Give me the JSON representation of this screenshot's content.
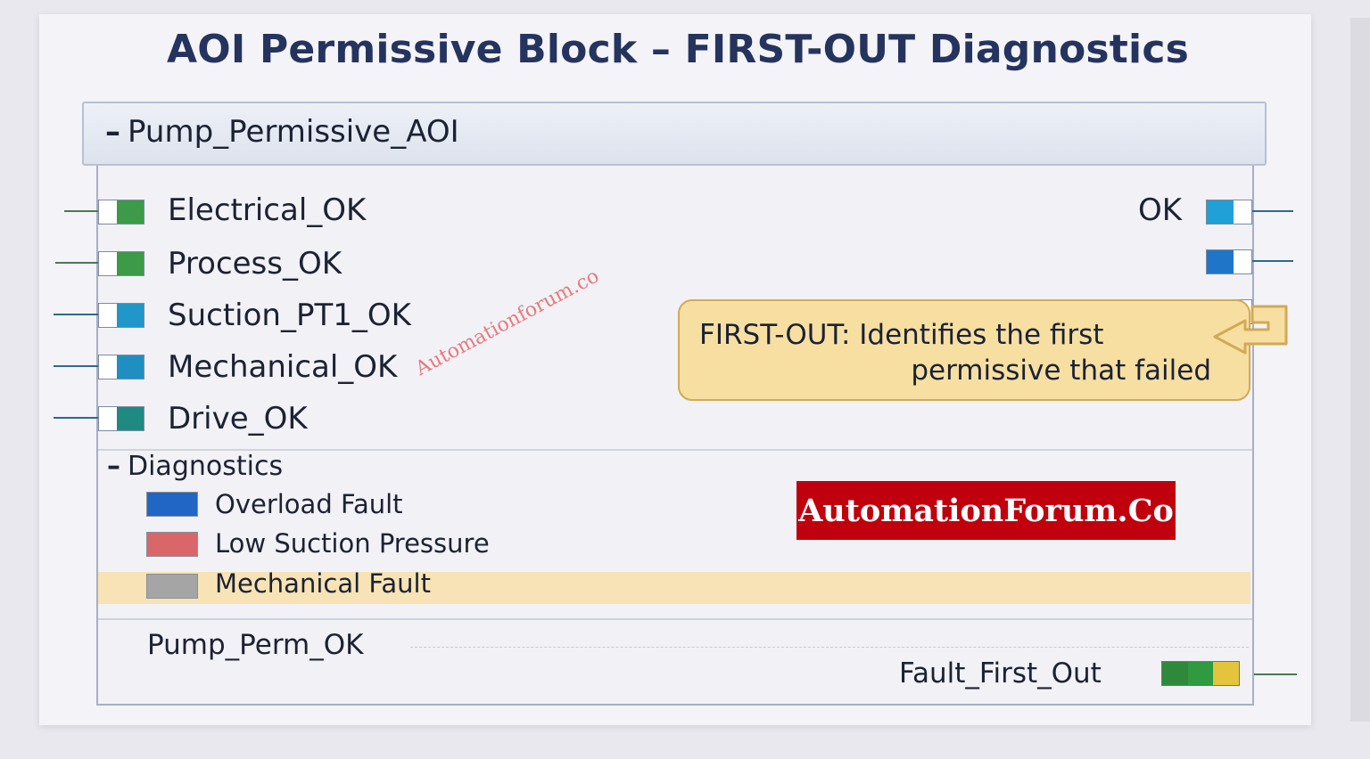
{
  "title": "AOI Permissive Block – FIRST-OUT Diagnostics",
  "block": {
    "collapse_symbol": "–",
    "name": "Pump_Permissive_AOI"
  },
  "inputs": [
    {
      "label": "Electrical_OK",
      "color": "#3c9a48"
    },
    {
      "label": "Process_OK",
      "color": "#3c9a48"
    },
    {
      "label": "Suction_PT1_OK",
      "color": "#2196c8"
    },
    {
      "label": "Mechanical_OK",
      "color": "#1f8fc2"
    },
    {
      "label": "Drive_OK",
      "color": "#1e8a82"
    }
  ],
  "outputs": [
    {
      "label": "OK",
      "color": "#1fa0d6"
    },
    {
      "label": "",
      "color": "#1f76c8"
    },
    {
      "label": "",
      "color": "#9aa3b3"
    }
  ],
  "callout": {
    "line1": "FIRST-OUT: Identifies the first",
    "line2": "permissive that failed"
  },
  "diagnostics": {
    "collapse_symbol": "–",
    "title": "Diagnostics",
    "items": [
      {
        "label": "Overload Fault",
        "color": "#2166c4"
      },
      {
        "label": "Low Suction Pressure",
        "color": "#d9676a"
      },
      {
        "label": "Mechanical Fault",
        "color": "#a5a5a5",
        "highlighted": true
      }
    ]
  },
  "footer": {
    "left_label": "Pump_Perm_OK",
    "right_label": "Fault_First_Out",
    "meter_colors": [
      "#2e8a3a",
      "#2f9a40",
      "#e3c43c"
    ]
  },
  "branding": {
    "banner": "AutomationForum.Co",
    "watermark": "Automationforum.co"
  }
}
